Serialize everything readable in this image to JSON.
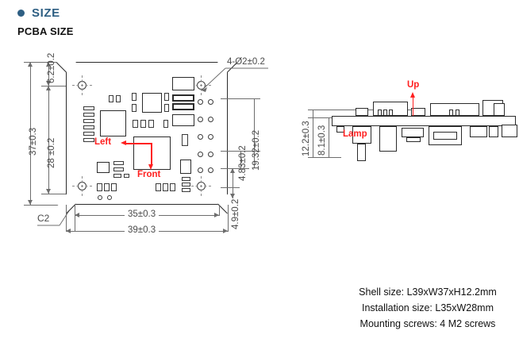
{
  "header": {
    "bullet_icon": "bullet-dot-icon",
    "section_title": "SIZE",
    "subtitle": "PCBA SIZE",
    "accent_color": "#2e5f83"
  },
  "drawings": {
    "top_view": {
      "name": "PCBA top view",
      "dimensions": {
        "overall_height": "37±0.3",
        "hole_offset_top": "6.2±0.2",
        "hole_spacing_vertical": "28 ±0.2",
        "chamfer_note": "C2",
        "hole_callout": "4-Ø2±0.2",
        "conn_pitch_small": "4.83±0.2",
        "conn_span": "19.32±0.2",
        "conn_offset_bottom": "4.9±0.2",
        "inner_width": "35±0.3",
        "overall_width": "39±0.3"
      },
      "orientation_labels": {
        "left": "Left",
        "front": "Front"
      }
    },
    "side_view": {
      "name": "PCBA side view",
      "dimensions": {
        "overall_thickness": "12.2±0.3",
        "board_stack_height": "8.1±0.3"
      },
      "labels": {
        "up": "Up",
        "lamp": "Lamp"
      }
    }
  },
  "specs": {
    "lines": [
      "Shell size: L39xW37xH12.2mm",
      "Installation size: L35xW28mm",
      "Mounting screws: 4 M2 screws"
    ]
  },
  "colors": {
    "annotation_red": "#ff2020",
    "dimension_gray": "#4b4b4b",
    "outline_dark": "#2b2b2b"
  }
}
